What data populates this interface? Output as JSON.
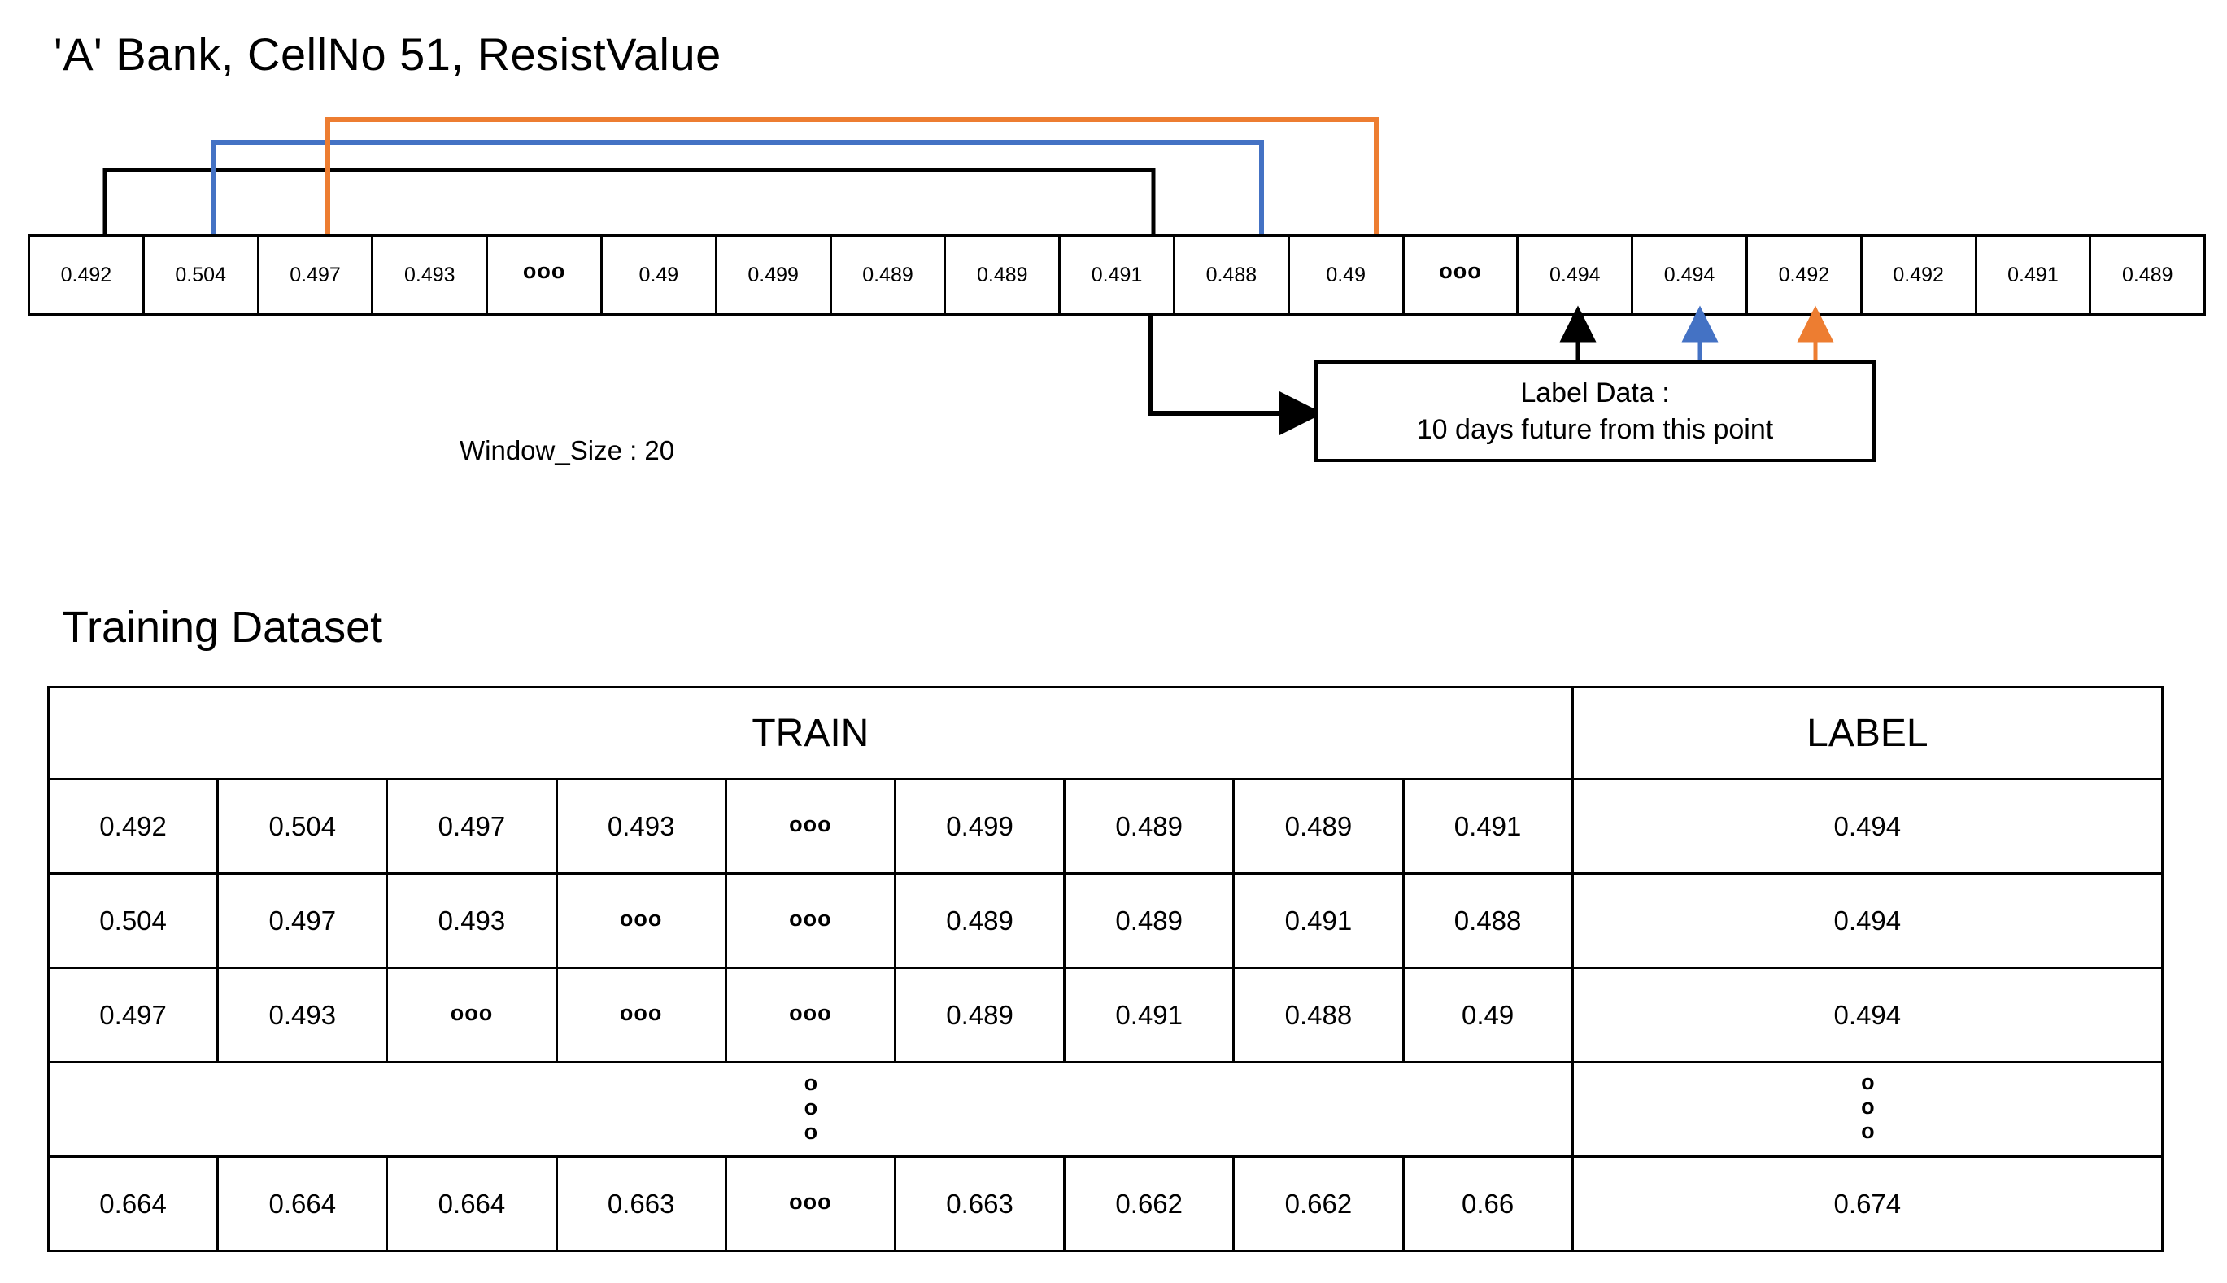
{
  "title": "'A' Bank, CellNo 51, ResistValue",
  "colors": {
    "line_black": "#000000",
    "line_blue": "#4472C4",
    "line_orange": "#ED7D31"
  },
  "series_strip": {
    "name": "resist-value-series",
    "ellipsis_glyph": "ooo",
    "cells": [
      {
        "value": "0.492",
        "is_ellipsis": false
      },
      {
        "value": "0.504",
        "is_ellipsis": false
      },
      {
        "value": "0.497",
        "is_ellipsis": false
      },
      {
        "value": "0.493",
        "is_ellipsis": false
      },
      {
        "value": "ooo",
        "is_ellipsis": true
      },
      {
        "value": "0.49",
        "is_ellipsis": false
      },
      {
        "value": "0.499",
        "is_ellipsis": false
      },
      {
        "value": "0.489",
        "is_ellipsis": false
      },
      {
        "value": "0.489",
        "is_ellipsis": false
      },
      {
        "value": "0.491",
        "is_ellipsis": false
      },
      {
        "value": "0.488",
        "is_ellipsis": false
      },
      {
        "value": "0.49",
        "is_ellipsis": false
      },
      {
        "value": "ooo",
        "is_ellipsis": true
      },
      {
        "value": "0.494",
        "is_ellipsis": false
      },
      {
        "value": "0.494",
        "is_ellipsis": false
      },
      {
        "value": "0.492",
        "is_ellipsis": false
      },
      {
        "value": "0.492",
        "is_ellipsis": false
      },
      {
        "value": "0.491",
        "is_ellipsis": false
      },
      {
        "value": "0.489",
        "is_ellipsis": false
      }
    ]
  },
  "window_size_label": "Window_Size : 20",
  "label_data_box": {
    "line1": "Label Data :",
    "line2": "10 days future from this point"
  },
  "training": {
    "heading": "Training Dataset",
    "headers": {
      "train": "TRAIN",
      "label": "LABEL"
    },
    "ellipsis_h": "ooo",
    "ellipsis_v": "ooo",
    "rows": [
      {
        "kind": "data",
        "train": [
          "0.492",
          "0.504",
          "0.497",
          "0.493",
          "ooo",
          "0.499",
          "0.489",
          "0.489",
          "0.491"
        ],
        "train_ellipsis_idx": [
          4
        ],
        "label": "0.494"
      },
      {
        "kind": "data",
        "train": [
          "0.504",
          "0.497",
          "0.493",
          "ooo",
          "ooo",
          "0.489",
          "0.489",
          "0.491",
          "0.488"
        ],
        "train_ellipsis_idx": [
          3,
          4
        ],
        "label": "0.494"
      },
      {
        "kind": "data",
        "train": [
          "0.497",
          "0.493",
          "ooo",
          "ooo",
          "ooo",
          "0.489",
          "0.491",
          "0.488",
          "0.49"
        ],
        "train_ellipsis_idx": [
          2,
          3,
          4
        ],
        "label": "0.494"
      },
      {
        "kind": "ellipsis",
        "train": [],
        "train_ellipsis_idx": [],
        "label": "ooo"
      },
      {
        "kind": "data",
        "train": [
          "0.664",
          "0.664",
          "0.664",
          "0.663",
          "ooo",
          "0.663",
          "0.662",
          "0.662",
          "0.66"
        ],
        "train_ellipsis_idx": [
          4
        ],
        "label": "0.674"
      }
    ]
  },
  "chart_data": {
    "type": "table",
    "title": "'A' Bank, CellNo 51, ResistValue",
    "description": "Sliding-window dataset construction: window size 20, label is the value 10 days in the future.",
    "window_size": 20,
    "label_horizon_days": 10,
    "series_values": [
      "0.492",
      "0.504",
      "0.497",
      "0.493",
      "ooo",
      "0.49",
      "0.499",
      "0.489",
      "0.489",
      "0.491",
      "0.488",
      "0.49",
      "ooo",
      "0.494",
      "0.494",
      "0.492",
      "0.492",
      "0.491",
      "0.489"
    ],
    "train_columns": 9,
    "label_columns": 1,
    "rows": [
      {
        "train": [
          "0.492",
          "0.504",
          "0.497",
          "0.493",
          "ooo",
          "0.499",
          "0.489",
          "0.489",
          "0.491"
        ],
        "label": "0.494"
      },
      {
        "train": [
          "0.504",
          "0.497",
          "0.493",
          "ooo",
          "ooo",
          "0.489",
          "0.489",
          "0.491",
          "0.488"
        ],
        "label": "0.494"
      },
      {
        "train": [
          "0.497",
          "0.493",
          "ooo",
          "ooo",
          "ooo",
          "0.489",
          "0.491",
          "0.488",
          "0.49"
        ],
        "label": "0.494"
      },
      {
        "train": [
          "ooo"
        ],
        "label": "ooo"
      },
      {
        "train": [
          "0.664",
          "0.664",
          "0.664",
          "0.663",
          "ooo",
          "0.663",
          "0.662",
          "0.662",
          "0.66"
        ],
        "label": "0.674"
      }
    ]
  }
}
